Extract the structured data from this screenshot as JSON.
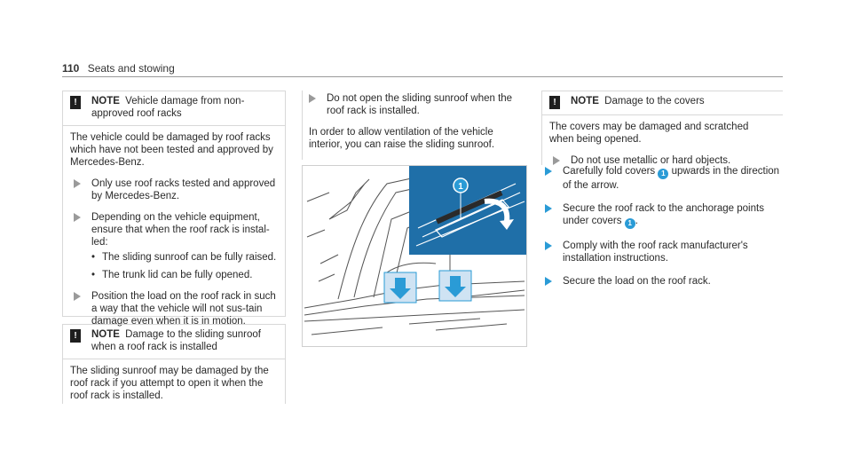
{
  "header": {
    "page_number": "110",
    "section": "Seats and stowing"
  },
  "col1": {
    "note1": {
      "label": "NOTE",
      "title": "Vehicle damage from non-approved roof racks",
      "body": "The vehicle could be damaged by roof racks which have not been tested and approved by Mercedes-Benz.",
      "steps": [
        "Only use roof racks tested and approved by Mercedes-Benz.",
        "Depending on the vehicle equipment, ensure that when the roof rack is instal-led:",
        "Position the load on the roof rack in such a way that the vehicle will not sus-tain damage even when it is in motion."
      ],
      "bullets": [
        "The sliding sunroof can be fully raised.",
        "The trunk lid can be fully opened."
      ]
    },
    "note2": {
      "label": "NOTE",
      "title": "Damage to the sliding sunroof when a roof rack is installed",
      "body": "The sliding sunroof may be damaged by the roof rack if you attempt to open it when the roof rack is installed."
    }
  },
  "col2": {
    "step": "Do not open the sliding sunroof when the roof rack is installed.",
    "para": "In order to allow ventilation of the vehicle interior, you can raise the sliding sunroof."
  },
  "figure": {
    "callout": "1"
  },
  "col3": {
    "note": {
      "label": "NOTE",
      "title": "Damage to the covers",
      "body": "The covers may be damaged and scratched when being opened.",
      "step": "Do not use metallic or hard objects."
    },
    "steps": {
      "s1_pre": "Carefully fold covers",
      "s1_post": "upwards in the direction of the arrow.",
      "s2_pre": "Secure the roof rack to the anchorage points under covers",
      "s2_post": ".",
      "s3": "Comply with the roof rack manufacturer's installation instructions.",
      "s4": "Secure the load on the roof rack.",
      "badge": "1"
    }
  },
  "colors": {
    "accent": "#2a9bd6",
    "figure_blue": "#1f6fa8"
  }
}
